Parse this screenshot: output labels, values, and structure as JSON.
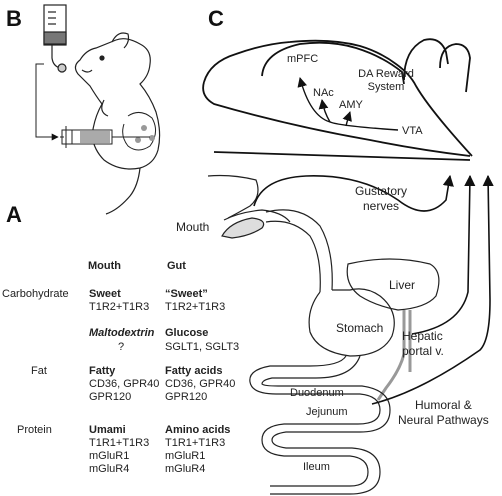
{
  "panels": {
    "a": "A",
    "b": "B",
    "c": "C"
  },
  "brain": {
    "mpfc": "mPFC",
    "nac": "NAc",
    "amy": "AMY",
    "vta": "VTA",
    "system_line1": "DA Reward",
    "system_line2": "System"
  },
  "anatomy": {
    "gustatory_line1": "Gustatory",
    "gustatory_line2": "nerves",
    "mouth": "Mouth",
    "liver": "Liver",
    "stomach": "Stomach",
    "hepatic_line1": "Hepatic",
    "hepatic_line2": "portal v.",
    "duodenum": "Duodenum",
    "jejunum": "Jejunum",
    "ileum": "Ileum",
    "humoral_line1": "Humoral &",
    "humoral_line2": "Neural Pathways"
  },
  "table": {
    "header_mouth": "Mouth",
    "header_gut": "Gut",
    "rows": [
      {
        "category": "Carbohydrate",
        "mouth_title": "Sweet",
        "mouth_receptors": [
          "T1R2+T1R3"
        ],
        "gut_title": "“Sweet”",
        "gut_receptors": [
          "T1R2+T1R3"
        ]
      },
      {
        "category": "",
        "mouth_title": "Maltodextrin",
        "mouth_receptors": [
          "?"
        ],
        "gut_title": "Glucose",
        "gut_receptors": [
          "SGLT1, SGLT3"
        ]
      },
      {
        "category": "Fat",
        "mouth_title": "Fatty",
        "mouth_receptors": [
          "CD36, GPR40",
          "GPR120"
        ],
        "gut_title": "Fatty acids",
        "gut_receptors": [
          "CD36, GPR40",
          "GPR120"
        ]
      },
      {
        "category": "Protein",
        "mouth_title": "Umami",
        "mouth_receptors": [
          "T1R1+T1R3",
          "mGluR1",
          "mGluR4"
        ],
        "gut_title": "Amino acids",
        "gut_receptors": [
          "T1R1+T1R3",
          "mGluR1",
          "mGluR4"
        ]
      }
    ]
  }
}
